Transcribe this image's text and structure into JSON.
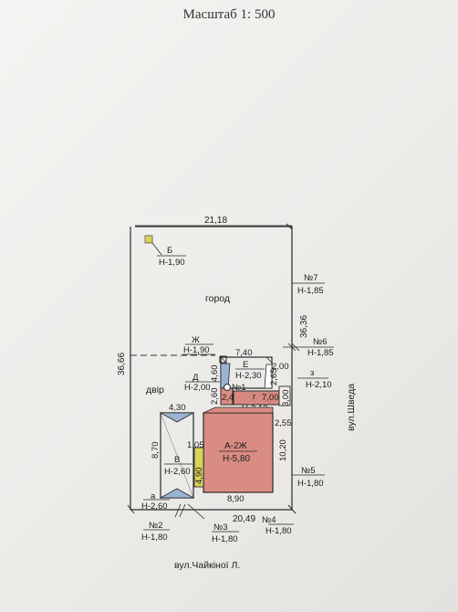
{
  "scale": "Масштаб 1: 500",
  "plot": {
    "top_width": "21,18",
    "left_height": "36,66",
    "right_height": "36,36",
    "bottom_width": "20,49"
  },
  "zones": {
    "garden": "город",
    "yard": "двір"
  },
  "buildings": {
    "A": {
      "name": "А-2Ж",
      "h": "Н-5,80",
      "w": "8,90",
      "d": "10,20"
    },
    "V": {
      "name": "В",
      "h": "Н-2,60",
      "w": "4,30",
      "d": "8,70",
      "extra1": "1,05",
      "extra2": "4,90"
    },
    "E": {
      "name": "Е",
      "h": "Н-2,30",
      "w": "7,40",
      "d": "2,65",
      "extra": "2,00"
    },
    "G": {
      "name": "г",
      "h": "Н-2,10",
      "w": "7,00",
      "d": "3,00"
    },
    "D": {
      "name": "Д",
      "h": "Н-2,00",
      "d": "2,60",
      "w": "2,40"
    },
    "Zh": {
      "name": "Ж",
      "h": "Н-1,90",
      "d": "4,60"
    },
    "B": {
      "name": "Б",
      "h": "Н-1,90"
    },
    "a": {
      "name": "а",
      "h": "Н-2,60"
    },
    "z": {
      "name": "з",
      "h": "Н-2,10"
    },
    "well": {
      "name": "№1"
    }
  },
  "markers": [
    {
      "id": "№7",
      "h": "Н-1,85"
    },
    {
      "id": "№6",
      "h": "Н-1,85"
    },
    {
      "id": "№5",
      "h": "Н-1,80"
    },
    {
      "id": "№4",
      "h": "Н-1,80"
    },
    {
      "id": "№3",
      "h": "Н-1,80"
    },
    {
      "id": "№2",
      "h": "Н-1,80"
    }
  ],
  "misc": {
    "right_gap": "2,55"
  },
  "streets": {
    "right": "вул.Шведа",
    "bottom": "вул.Чайкіної Л."
  },
  "colors": {
    "house": "#d98c83",
    "yellow": "#d8d45a",
    "blue": "#9bb4d1",
    "line": "#2a2a2a"
  }
}
